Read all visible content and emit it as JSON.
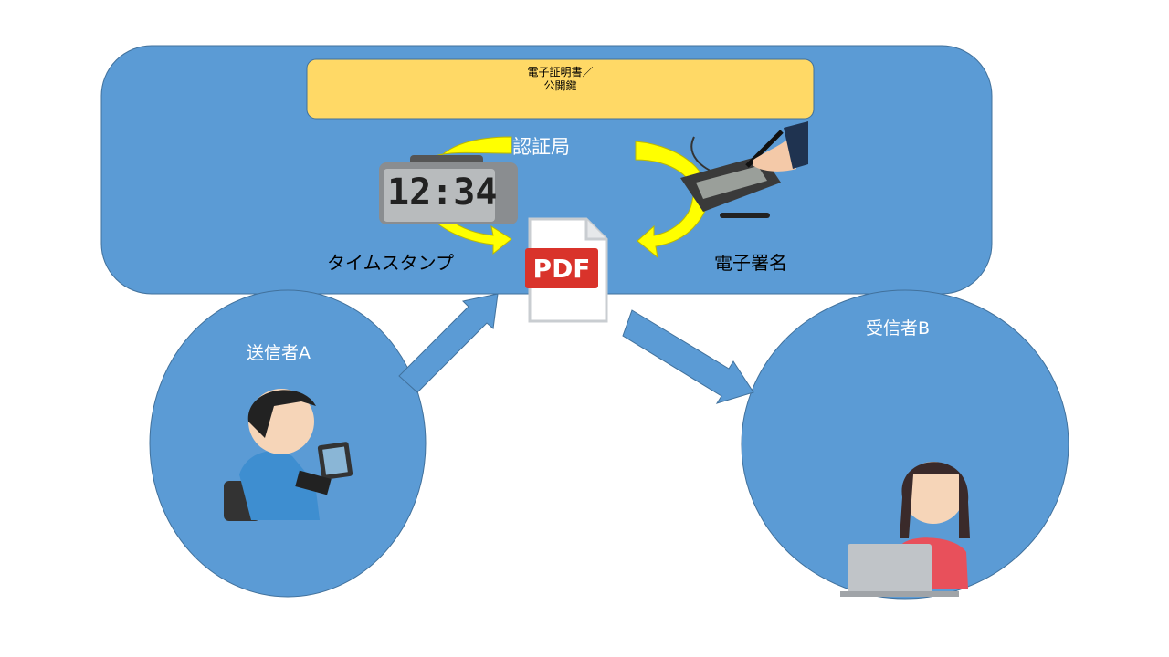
{
  "certificate_box": {
    "line1": "電子証明書／",
    "line2": "公開鍵"
  },
  "authority": {
    "label": "認証局"
  },
  "timestamp": {
    "label": "タイムスタンプ",
    "clock_display": "12:34"
  },
  "signature": {
    "label": "電子署名"
  },
  "document": {
    "label": "PDF"
  },
  "sender": {
    "label": "送信者A"
  },
  "receiver": {
    "label": "受信者B"
  },
  "colors": {
    "blue": "#5b9bd5",
    "border": "#41719c",
    "yellow_box": "#ffd966",
    "arrow_yellow": "#ffff00",
    "pdf_red": "#d9332b"
  }
}
